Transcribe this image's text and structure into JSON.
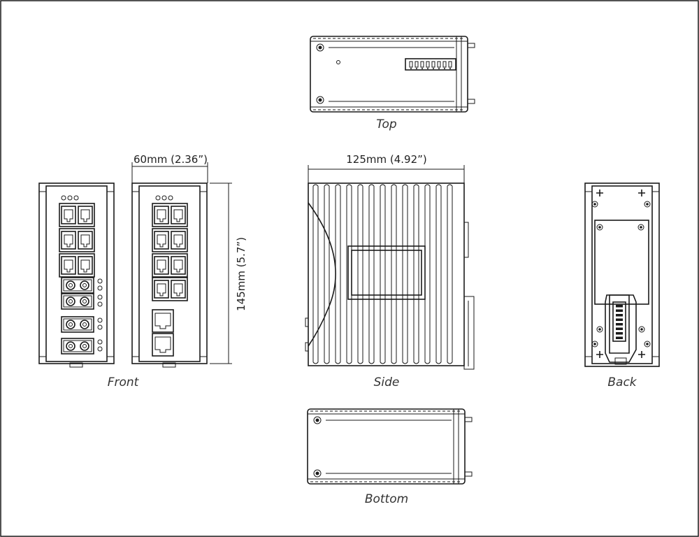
{
  "views": {
    "top": "Top",
    "front": "Front",
    "side": "Side",
    "back": "Back",
    "bottom": "Bottom"
  },
  "dimensions": {
    "width": "60mm (2.36”)",
    "depth": "125mm (4.92”)",
    "height": "145mm (5.7”)"
  }
}
